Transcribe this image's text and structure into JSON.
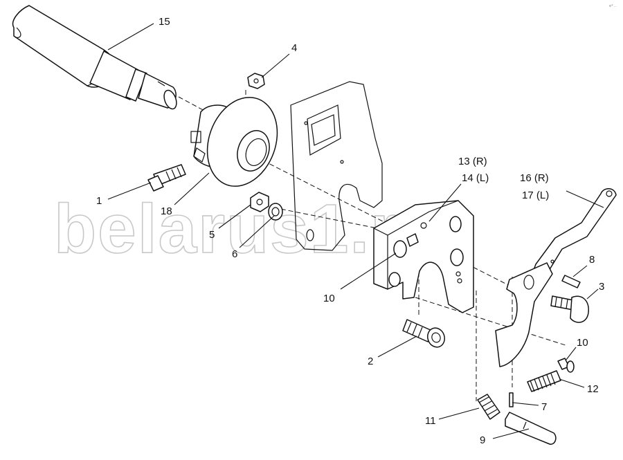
{
  "watermark": "belarus1.ru",
  "corner_mark": "e* ..",
  "callouts": [
    {
      "id": "15",
      "text": "15"
    },
    {
      "id": "4",
      "text": "4"
    },
    {
      "id": "1",
      "text": "1"
    },
    {
      "id": "18",
      "text": "18"
    },
    {
      "id": "5",
      "text": "5"
    },
    {
      "id": "6",
      "text": "6"
    },
    {
      "id": "13",
      "text": "13 (R)"
    },
    {
      "id": "14",
      "text": "14 (L)"
    },
    {
      "id": "16",
      "text": "16 (R)"
    },
    {
      "id": "17",
      "text": "17 (L)"
    },
    {
      "id": "10a",
      "text": "10"
    },
    {
      "id": "8",
      "text": "8"
    },
    {
      "id": "3",
      "text": "3"
    },
    {
      "id": "2",
      "text": "2"
    },
    {
      "id": "10b",
      "text": "10"
    },
    {
      "id": "12",
      "text": "12"
    },
    {
      "id": "7",
      "text": "7"
    },
    {
      "id": "11",
      "text": "11"
    },
    {
      "id": "9",
      "text": "9"
    }
  ],
  "colors": {
    "line": "#111111",
    "watermark": "#c8c8c8",
    "background": "#ffffff"
  }
}
